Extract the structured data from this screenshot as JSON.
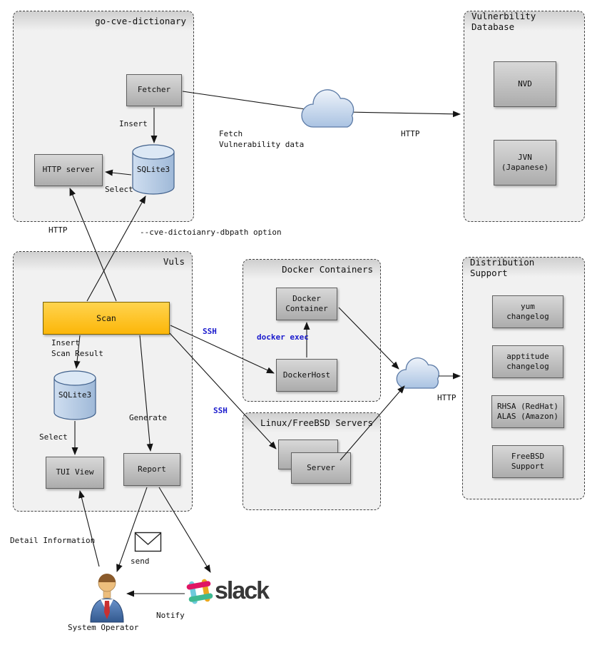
{
  "groups": {
    "go_cve_dictionary": {
      "title": "go-cve-dictionary"
    },
    "vulnerability_database": {
      "title": "Vulnerbility Database"
    },
    "vuls": {
      "title": "Vuls"
    },
    "docker_containers": {
      "title": "Docker Containers"
    },
    "linux_freebsd_servers": {
      "title": "Linux/FreeBSD Servers"
    },
    "distribution_support": {
      "title": "Distribution Support"
    }
  },
  "nodes": {
    "fetcher": {
      "label": "Fetcher"
    },
    "http_server": {
      "label": "HTTP server"
    },
    "sqlite3_cve": {
      "label": "SQLite3"
    },
    "nvd": {
      "label": "NVD"
    },
    "jvn": {
      "label": "JVN\n(Japanese)"
    },
    "scan": {
      "label": "Scan"
    },
    "sqlite3_vuls": {
      "label": "SQLite3"
    },
    "tui_view": {
      "label": "TUI View"
    },
    "report": {
      "label": "Report"
    },
    "docker_container": {
      "label": "Docker\nContainer"
    },
    "docker_host": {
      "label": "DockerHost"
    },
    "server": {
      "label": "Server"
    },
    "yum_changelog": {
      "label": "yum\nchangelog"
    },
    "apptitude_changelog": {
      "label": "apptitude\nchangelog"
    },
    "rhsa_alas": {
      "label": "RHSA (RedHat)\nALAS (Amazon)"
    },
    "freebsd_support": {
      "label": "FreeBSD Support"
    }
  },
  "edge_labels": {
    "insert_cve": "Insert",
    "select_cve": "Select",
    "fetch_vuln_data": "Fetch\nVulnerability data",
    "http_fetch": "HTTP",
    "http_scan": "HTTP",
    "dbpath_option": "--cve-dictoianry-dbpath option",
    "insert_scan_result": "Insert\nScan Result",
    "select_vuls": "Select",
    "generate": "Generate",
    "ssh_docker": "SSH",
    "ssh_linux": "SSH",
    "docker_exec": "docker exec",
    "http_dist": "HTTP",
    "send": "send",
    "notify": "Notify",
    "detail_information": "Detail Information"
  },
  "misc": {
    "system_operator": "System Operator",
    "slack_wordmark": "slack"
  },
  "colors": {
    "scan_fill": "#FCB608",
    "node_fill": "#BFBFBF",
    "cylinder_fill": "#B9CDE5",
    "cloud_fill": "#C6D9F0",
    "ssh_label": "#1A1ACD",
    "slack_hash_teal": "#6ECADC",
    "slack_hash_yellow": "#E9A820",
    "slack_hash_pink": "#E01563",
    "slack_hash_green": "#3EB991"
  }
}
